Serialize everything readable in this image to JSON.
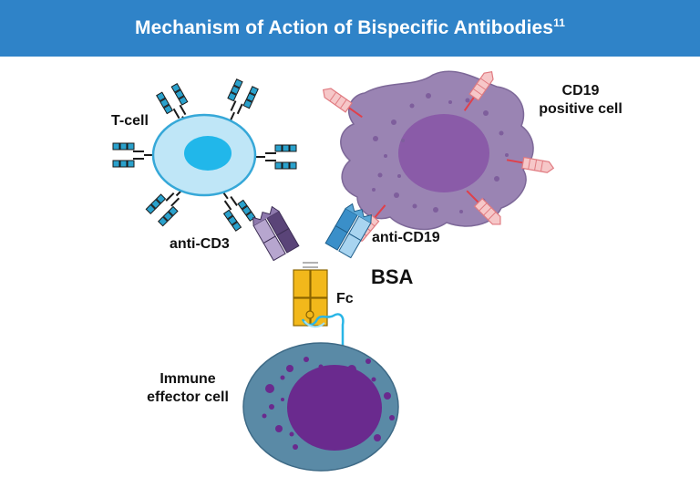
{
  "title": {
    "text": "Mechanism of Action of Bispecific Antibodies",
    "superscript": "11"
  },
  "labels": {
    "t_cell": "T-cell",
    "cd19_line1": "CD19",
    "cd19_line2": "positive cell",
    "anti_cd3": "anti-CD3",
    "anti_cd19": "anti-CD19",
    "bsa": "BSA",
    "fc": "Fc",
    "immune_line1": "Immune",
    "immune_line2": "effector cell"
  },
  "colors": {
    "header": "#2f83c8",
    "t_cell_membrane": "#bfe6f7",
    "t_cell_nucleus": "#21b7ea",
    "receptor_blue": "#2aa1cc",
    "cd19_cell": "#9a84b3",
    "cd19_nucleus": "#8a5ba8",
    "cd19_receptor": "#f6c7c8",
    "anti_cd3_light": "#b7a6cf",
    "anti_cd3_dark": "#5a4478",
    "anti_cd19_light": "#a8d4f0",
    "anti_cd19_dark": "#3a8fc9",
    "fc_gold": "#f2b81b",
    "effector_cell": "#5a8aa6",
    "effector_nucleus": "#6a2a8e"
  }
}
